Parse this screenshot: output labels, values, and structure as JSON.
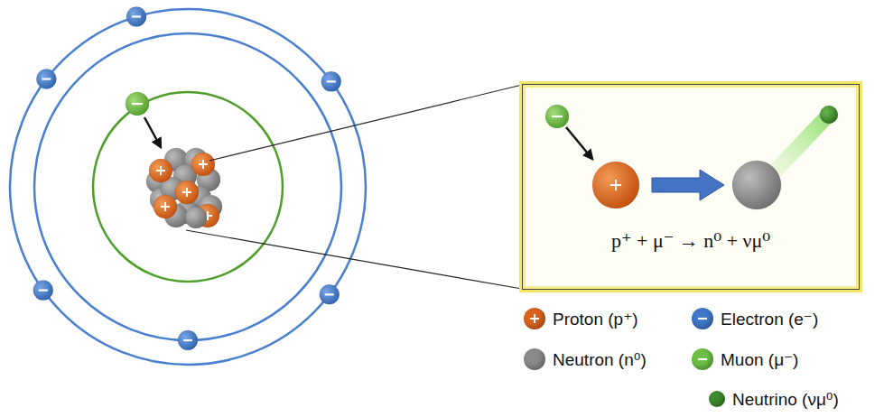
{
  "diagram": {
    "nodes": [
      {
        "text": [
          "p⁺ + μ⁻ → n⁰ + νμ⁰"
        ]
      }
    ],
    "legend": [
      {
        "text": "Proton (p⁺)",
        "color": "#d9621c"
      },
      {
        "text": "Electron (e⁻)",
        "color": "#3f78c8"
      },
      {
        "text": "Neutron (n⁰)",
        "color": "#8a8a8a"
      },
      {
        "text": "Muon (μ⁻)",
        "color": "#6cbf45"
      },
      {
        "text": "Neutrino (νμ⁰)",
        "color": "#3e8a2c"
      }
    ]
  }
}
